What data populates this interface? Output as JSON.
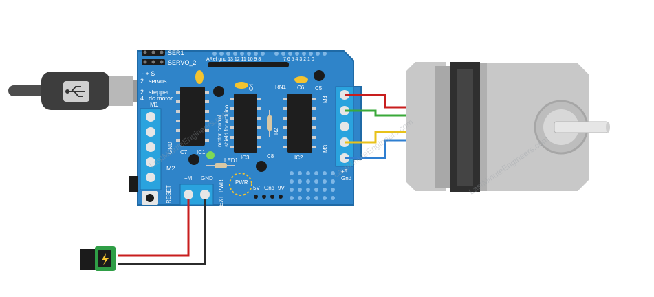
{
  "board": {
    "header_ser1": "SER1",
    "header_servo2": "SERVO_2",
    "servo_pins": "- + S",
    "servos_label_1": "2",
    "servos_label_2": "servos",
    "stepper_plus": "+",
    "stepper_label_1": "2",
    "stepper_label_2": "stepper",
    "dcmotor_label_1": "4",
    "dcmotor_label_2": "dc motor",
    "m1": "M1",
    "m2": "M2",
    "m3": "M3",
    "m4": "M4",
    "gnd_side": "GND",
    "reset": "RESET",
    "c7": "C7",
    "ic1": "IC1",
    "ic2": "IC2",
    "ic3": "IC3",
    "c4": "C4",
    "c5": "C5",
    "c6": "C6",
    "c8": "C8",
    "rn1": "RN1",
    "r2": "R2",
    "led1": "LED1",
    "title_line1": "motor control",
    "title_line2": "shield for arduino",
    "plus_m": "+M",
    "gnd_bottom": "GND",
    "ext_pwr": "EXT_PWR",
    "pwr": "PWR",
    "five_v": "5V",
    "gnd_power": "Gnd",
    "nine_v": "9V",
    "plus5": "+5",
    "gnd_right": "Gnd",
    "digital_header": "ARef gnd 13 12 11 10 9 8",
    "digital_header2": "7 6 5 4 3 2 1 0"
  },
  "watermark": "LastMinuteEngineers.com",
  "colors": {
    "board": "#2f84c9",
    "board_edge": "#1f6aa6",
    "wire_red": "#c81e1e",
    "wire_black": "#2b2b2b",
    "wire_green": "#3aa93a",
    "wire_yellow": "#e8c21a",
    "wire_blue": "#2f7fd1",
    "motor_body": "#3a3a3a",
    "motor_cap": "#bfbfbf"
  }
}
